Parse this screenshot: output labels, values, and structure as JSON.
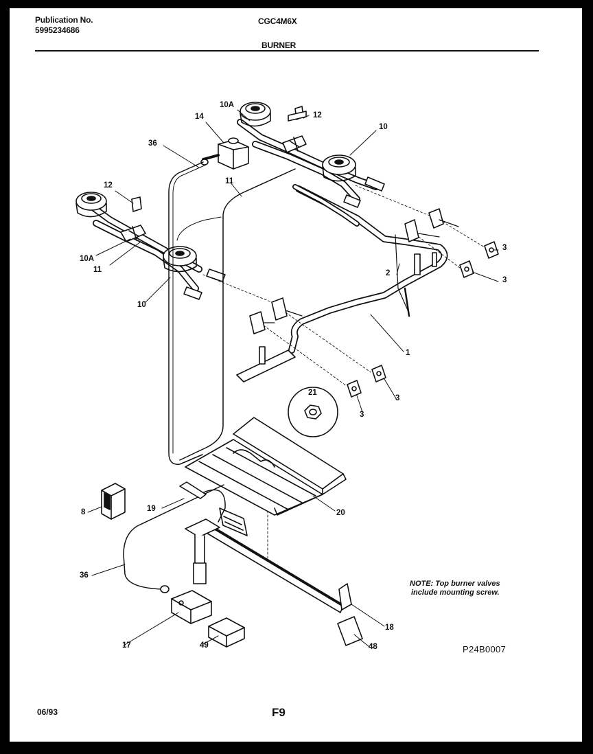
{
  "header": {
    "publication_label": "Publication No.",
    "publication_number": "5995234686",
    "model": "CGC4M6X",
    "section": "BURNER"
  },
  "callouts": [
    "10A",
    "12",
    "14",
    "36",
    "11",
    "10",
    "12",
    "10A",
    "11",
    "10",
    "3",
    "3",
    "2",
    "1",
    "3",
    "21",
    "3",
    "8",
    "19",
    "20",
    "36",
    "17",
    "49",
    "18",
    "48"
  ],
  "note": {
    "line1": "NOTE: Top burner valves",
    "line2": "include mounting screw."
  },
  "drawing_id": "P24B0007",
  "footer": {
    "date": "06/93",
    "page": "F9"
  }
}
